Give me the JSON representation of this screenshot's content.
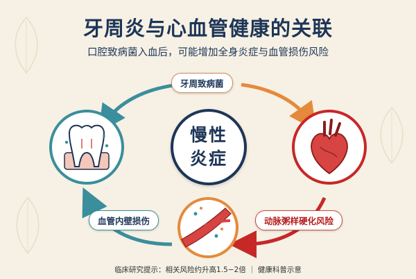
{
  "title": "牙周炎与心血管健康的关联",
  "subtitle": "口腔致病菌入血后，可能增加全身炎症与血管损伤风险",
  "center": {
    "line1": "慢性",
    "line2": "炎症"
  },
  "labels": {
    "top": "牙周致病菌",
    "left": "血管内壁损伤",
    "right": "动脉粥样硬化风险"
  },
  "nodes": {
    "left": "tooth-icon",
    "right": "heart-icon",
    "bottom": "artery-icon"
  },
  "colors": {
    "navy": "#1d3557",
    "teal": "#3b8e9c",
    "orange": "#e58a3c",
    "red": "#c62828",
    "background": "#f6f1e4"
  },
  "footer": "临床研究提示：相关风险约升高1.5−2倍 ｜ 健康科普示意"
}
